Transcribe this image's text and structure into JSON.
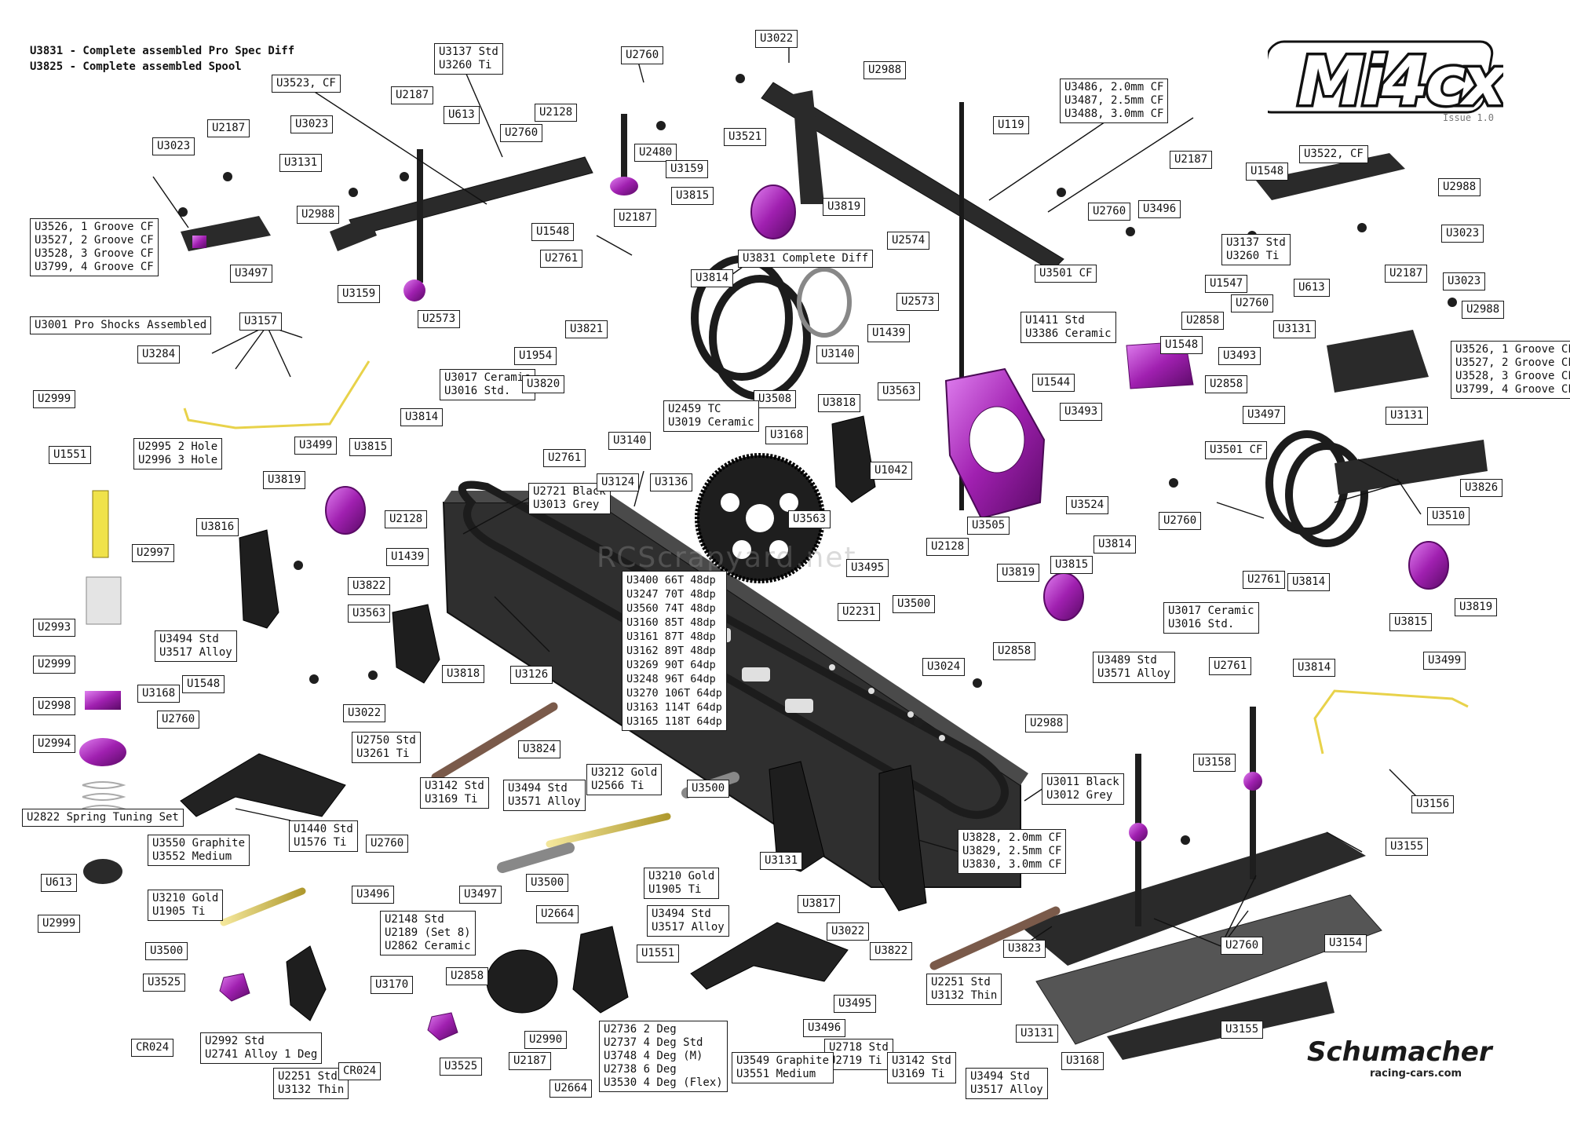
{
  "header": {
    "line1": "U3831 - Complete assembled Pro Spec Diff",
    "line2": "U3825 - Complete assembled Spool"
  },
  "logo": {
    "text": "Mi4cx",
    "issue": "Issue 1.0"
  },
  "brand": {
    "name": "Schumacher",
    "url": "racing-cars.com"
  },
  "watermark": "RCScrapyard.net",
  "colors": {
    "chassis": "#2f2f2f",
    "part_dark": "#1e1e1e",
    "alloy_purple": "#a020b0",
    "brass": "#d6c15a",
    "box_border": "#1a1a1a"
  },
  "labels": [
    {
      "id": "u3137-u3260-top",
      "lines": [
        "U3137 Std",
        "U3260 Ti"
      ]
    },
    {
      "id": "u2760-a",
      "lines": [
        "U2760"
      ]
    },
    {
      "id": "u3022-a",
      "lines": [
        "U3022"
      ]
    },
    {
      "id": "u2988-a",
      "lines": [
        "U2988"
      ]
    },
    {
      "id": "u3523",
      "lines": [
        "U3523, CF"
      ]
    },
    {
      "id": "u2187-a",
      "lines": [
        "U2187"
      ]
    },
    {
      "id": "u613-a",
      "lines": [
        "U613"
      ]
    },
    {
      "id": "u2128-a",
      "lines": [
        "U2128"
      ]
    },
    {
      "id": "u2760-b",
      "lines": [
        "U2760"
      ]
    },
    {
      "id": "u2480",
      "lines": [
        "U2480"
      ]
    },
    {
      "id": "u3521",
      "lines": [
        "U3521"
      ]
    },
    {
      "id": "u3486",
      "lines": [
        "U3486, 2.0mm CF",
        "U3487, 2.5mm CF",
        "U3488, 3.0mm CF"
      ]
    },
    {
      "id": "u119",
      "lines": [
        "U119"
      ]
    },
    {
      "id": "u3023-a",
      "lines": [
        "U3023"
      ]
    },
    {
      "id": "u2187-b",
      "lines": [
        "U2187"
      ]
    },
    {
      "id": "u3023-b",
      "lines": [
        "U3023"
      ]
    },
    {
      "id": "u3131-a",
      "lines": [
        "U3131"
      ]
    },
    {
      "id": "u2988-b",
      "lines": [
        "U2988"
      ]
    },
    {
      "id": "u3159-a",
      "lines": [
        "U3159"
      ]
    },
    {
      "id": "u2187-c",
      "lines": [
        "U2187"
      ]
    },
    {
      "id": "u3815-a",
      "lines": [
        "U3815"
      ]
    },
    {
      "id": "u3819-a",
      "lines": [
        "U3819"
      ]
    },
    {
      "id": "u1548-a",
      "lines": [
        "U1548"
      ]
    },
    {
      "id": "u2574",
      "lines": [
        "U2574"
      ]
    },
    {
      "id": "u3526-left",
      "lines": [
        "U3526, 1 Groove CF",
        "U3527, 2 Groove CF",
        "U3528, 3 Groove CF",
        "U3799, 4 Groove CF"
      ]
    },
    {
      "id": "u3497-a",
      "lines": [
        "U3497"
      ]
    },
    {
      "id": "u2761-a",
      "lines": [
        "U2761"
      ]
    },
    {
      "id": "u3814-a",
      "lines": [
        "U3814"
      ]
    },
    {
      "id": "u3831-diff",
      "lines": [
        "U3831 Complete Diff"
      ]
    },
    {
      "id": "u2573-a",
      "lines": [
        "U2573"
      ]
    },
    {
      "id": "u3159-b",
      "lines": [
        "U3159"
      ]
    },
    {
      "id": "u3001",
      "lines": [
        "U3001 Pro Shocks Assembled"
      ]
    },
    {
      "id": "u3157",
      "lines": [
        "U3157"
      ]
    },
    {
      "id": "u2573-b",
      "lines": [
        "U2573"
      ]
    },
    {
      "id": "u3821",
      "lines": [
        "U3821"
      ]
    },
    {
      "id": "u1439-a",
      "lines": [
        "U1439"
      ]
    },
    {
      "id": "u3284",
      "lines": [
        "U3284"
      ]
    },
    {
      "id": "u1954",
      "lines": [
        "U1954"
      ]
    },
    {
      "id": "u3140-a",
      "lines": [
        "U3140"
      ]
    },
    {
      "id": "u2999-a",
      "lines": [
        "U2999"
      ]
    },
    {
      "id": "u3017-top",
      "lines": [
        "U3017 Ceramic",
        "U3016 Std."
      ]
    },
    {
      "id": "u3820",
      "lines": [
        "U3820"
      ]
    },
    {
      "id": "u3508",
      "lines": [
        "U3508"
      ]
    },
    {
      "id": "u3814-b",
      "lines": [
        "U3814"
      ]
    },
    {
      "id": "u2459",
      "lines": [
        "U2459 TC",
        "U3019 Ceramic"
      ]
    },
    {
      "id": "u3140-b",
      "lines": [
        "U3140"
      ]
    },
    {
      "id": "u3818-a",
      "lines": [
        "U3818"
      ]
    },
    {
      "id": "u3563-a",
      "lines": [
        "U3563"
      ]
    },
    {
      "id": "u1551-a",
      "lines": [
        "U1551"
      ]
    },
    {
      "id": "u2995",
      "lines": [
        "U2995 2 Hole",
        "U2996 3 Hole"
      ]
    },
    {
      "id": "u3815-b",
      "lines": [
        "U3815"
      ]
    },
    {
      "id": "u2761-b",
      "lines": [
        "U2761"
      ]
    },
    {
      "id": "u3499-a",
      "lines": [
        "U3499"
      ]
    },
    {
      "id": "u3168-a",
      "lines": [
        "U3168"
      ]
    },
    {
      "id": "u1042",
      "lines": [
        "U1042"
      ]
    },
    {
      "id": "u3819-b",
      "lines": [
        "U3819"
      ]
    },
    {
      "id": "u2721",
      "lines": [
        "U2721 Black",
        "U3013 Grey"
      ]
    },
    {
      "id": "u3124",
      "lines": [
        "U3124"
      ]
    },
    {
      "id": "u3136",
      "lines": [
        "U3136"
      ]
    },
    {
      "id": "u2128-b",
      "lines": [
        "U2128"
      ]
    },
    {
      "id": "u3563-b",
      "lines": [
        "U3563"
      ]
    },
    {
      "id": "u3505",
      "lines": [
        "U3505"
      ]
    },
    {
      "id": "u2997",
      "lines": [
        "U2997"
      ]
    },
    {
      "id": "u3816",
      "lines": [
        "U3816"
      ]
    },
    {
      "id": "u2128-c",
      "lines": [
        "U2128"
      ]
    },
    {
      "id": "u3495-a",
      "lines": [
        "U3495"
      ]
    },
    {
      "id": "u3822-a",
      "lines": [
        "U3822"
      ]
    },
    {
      "id": "u1439-b",
      "lines": [
        "U1439"
      ]
    },
    {
      "id": "u3563-c",
      "lines": [
        "U3563"
      ]
    },
    {
      "id": "u3500-a",
      "lines": [
        "U3500"
      ]
    },
    {
      "id": "u2231",
      "lines": [
        "U2231"
      ]
    },
    {
      "id": "u2993",
      "lines": [
        "U2993"
      ]
    },
    {
      "id": "gear-list",
      "lines": [
        "U3400 66T 48dp",
        "U3247 70T 48dp",
        "U3560 74T 48dp",
        "U3160 85T 48dp",
        "U3161 87T 48dp",
        "U3162 89T 48dp",
        "U3269 90T 64dp",
        "U3248 96T 64dp",
        "U3270 106T 64dp",
        "U3163 114T 64dp",
        "U3165 118T 64dp"
      ]
    },
    {
      "id": "u3494-a",
      "lines": [
        "U3494 Std",
        "U3517 Alloy"
      ]
    },
    {
      "id": "u2999-b",
      "lines": [
        "U2999"
      ]
    },
    {
      "id": "u3818-b",
      "lines": [
        "U3818"
      ]
    },
    {
      "id": "u3126",
      "lines": [
        "U3126"
      ]
    },
    {
      "id": "u1548-b",
      "lines": [
        "U1548"
      ]
    },
    {
      "id": "u3168-b",
      "lines": [
        "U3168"
      ]
    },
    {
      "id": "u2998",
      "lines": [
        "U2998"
      ]
    },
    {
      "id": "u2760-c",
      "lines": [
        "U2760"
      ]
    },
    {
      "id": "u3022-b",
      "lines": [
        "U3022"
      ]
    },
    {
      "id": "u2994",
      "lines": [
        "U2994"
      ]
    },
    {
      "id": "u2750",
      "lines": [
        "U2750 Std",
        "U3261 Ti"
      ]
    },
    {
      "id": "u3824",
      "lines": [
        "U3824"
      ]
    },
    {
      "id": "u3212",
      "lines": [
        "U3212 Gold",
        "U2566 Ti"
      ]
    },
    {
      "id": "u3142-a",
      "lines": [
        "U3142 Std",
        "U3169 Ti"
      ]
    },
    {
      "id": "u3494-b",
      "lines": [
        "U3494 Std",
        "U3571 Alloy"
      ]
    },
    {
      "id": "u3500-b",
      "lines": [
        "U3500"
      ]
    },
    {
      "id": "u2822",
      "lines": [
        "U2822 Spring Tuning Set"
      ]
    },
    {
      "id": "u1440",
      "lines": [
        "U1440 Std",
        "U1576 Ti"
      ]
    },
    {
      "id": "u3550",
      "lines": [
        "U3550 Graphite",
        "U3552 Medium"
      ]
    },
    {
      "id": "u2760-d",
      "lines": [
        "U2760"
      ]
    },
    {
      "id": "u3500-c",
      "lines": [
        "U3500"
      ]
    },
    {
      "id": "u3210-a",
      "lines": [
        "U3210 Gold",
        "U1905 Ti"
      ]
    },
    {
      "id": "u3131-b",
      "lines": [
        "U3131"
      ]
    },
    {
      "id": "u613-b",
      "lines": [
        "U613"
      ]
    },
    {
      "id": "u3210-b",
      "lines": [
        "U3210 Gold",
        "U1905 Ti"
      ]
    },
    {
      "id": "u3496-a",
      "lines": [
        "U3496"
      ]
    },
    {
      "id": "u3497-b",
      "lines": [
        "U3497"
      ]
    },
    {
      "id": "u2664-a",
      "lines": [
        "U2664"
      ]
    },
    {
      "id": "u3494-c",
      "lines": [
        "U3494 Std",
        "U3517 Alloy"
      ]
    },
    {
      "id": "u2999-c",
      "lines": [
        "U2999"
      ]
    },
    {
      "id": "u2148",
      "lines": [
        "U2148 Std",
        "U2189 (Set 8)",
        "U2862 Ceramic"
      ]
    },
    {
      "id": "u3817",
      "lines": [
        "U3817"
      ]
    },
    {
      "id": "u3022-c",
      "lines": [
        "U3022"
      ]
    },
    {
      "id": "u3500-d",
      "lines": [
        "U3500"
      ]
    },
    {
      "id": "u2858-a",
      "lines": [
        "U2858"
      ]
    },
    {
      "id": "u3822-b",
      "lines": [
        "U3822"
      ]
    },
    {
      "id": "u3525-a",
      "lines": [
        "U3525"
      ]
    },
    {
      "id": "u3170",
      "lines": [
        "U3170"
      ]
    },
    {
      "id": "u1551-b",
      "lines": [
        "U1551"
      ]
    },
    {
      "id": "u2990",
      "lines": [
        "U2990"
      ]
    },
    {
      "id": "u3495-b",
      "lines": [
        "U3495"
      ]
    },
    {
      "id": "u2251-a",
      "lines": [
        "U2251 Std",
        "U3132 Thin"
      ]
    },
    {
      "id": "u3496-b",
      "lines": [
        "U3496"
      ]
    },
    {
      "id": "cr024-a",
      "lines": [
        "CR024"
      ]
    },
    {
      "id": "u2992",
      "lines": [
        "U2992 Std",
        "U2741 Alloy 1 Deg"
      ]
    },
    {
      "id": "u2736",
      "lines": [
        "U2736 2 Deg",
        "U2737 4 Deg Std",
        "U3748 4 Deg (M)",
        "U2738 6 Deg",
        "U3530 4 Deg (Flex)"
      ]
    },
    {
      "id": "u2718",
      "lines": [
        "U2718 Std",
        "U2719 Ti"
      ]
    },
    {
      "id": "u2187-d",
      "lines": [
        "U2187"
      ]
    },
    {
      "id": "u3549",
      "lines": [
        "U3549 Graphite",
        "U3551 Medium"
      ]
    },
    {
      "id": "u3525-b",
      "lines": [
        "U3525"
      ]
    },
    {
      "id": "u2251-b",
      "lines": [
        "U2251 Std",
        "U3132 Thin"
      ]
    },
    {
      "id": "cr024-b",
      "lines": [
        "CR024"
      ]
    },
    {
      "id": "u2664-b",
      "lines": [
        "U2664"
      ]
    },
    {
      "id": "u3142-b",
      "lines": [
        "U3142 Std",
        "U3169 Ti"
      ]
    },
    {
      "id": "u3494-d",
      "lines": [
        "U3494 Std",
        "U3517 Alloy"
      ]
    },
    {
      "id": "u3131-c",
      "lines": [
        "U3131"
      ]
    },
    {
      "id": "u3168-c",
      "lines": [
        "U3168"
      ]
    },
    {
      "id": "u3823",
      "lines": [
        "U3823"
      ]
    },
    {
      "id": "u2187-e",
      "lines": [
        "U2187"
      ]
    },
    {
      "id": "u1548-c",
      "lines": [
        "U1548"
      ]
    },
    {
      "id": "u3522",
      "lines": [
        "U3522, CF"
      ]
    },
    {
      "id": "u2988-c",
      "lines": [
        "U2988"
      ]
    },
    {
      "id": "u2760-e",
      "lines": [
        "U2760"
      ]
    },
    {
      "id": "u3496-c",
      "lines": [
        "U3496"
      ]
    },
    {
      "id": "u3137-u3260-right",
      "lines": [
        "U3137 Std",
        "U3260 Ti"
      ]
    },
    {
      "id": "u3023-c",
      "lines": [
        "U3023"
      ]
    },
    {
      "id": "u3501-a",
      "lines": [
        "U3501 CF"
      ]
    },
    {
      "id": "u1547",
      "lines": [
        "U1547"
      ]
    },
    {
      "id": "u613-c",
      "lines": [
        "U613"
      ]
    },
    {
      "id": "u2187-f",
      "lines": [
        "U2187"
      ]
    },
    {
      "id": "u2760-f",
      "lines": [
        "U2760"
      ]
    },
    {
      "id": "u3023-d",
      "lines": [
        "U3023"
      ]
    },
    {
      "id": "u2988-d",
      "lines": [
        "U2988"
      ]
    },
    {
      "id": "u1411",
      "lines": [
        "U1411 Std",
        "U3386 Ceramic"
      ]
    },
    {
      "id": "u2858-b",
      "lines": [
        "U2858"
      ]
    },
    {
      "id": "u3131-d",
      "lines": [
        "U3131"
      ]
    },
    {
      "id": "u1548-d",
      "lines": [
        "U1548"
      ]
    },
    {
      "id": "u3526-right",
      "lines": [
        "U3526, 1 Groove CF",
        "U3527, 2 Groove CF",
        "U3528, 3 Groove CF",
        "U3799, 4 Groove CF"
      ]
    },
    {
      "id": "u1544",
      "lines": [
        "U1544"
      ]
    },
    {
      "id": "u3493-a",
      "lines": [
        "U3493"
      ]
    },
    {
      "id": "u2858-c",
      "lines": [
        "U2858"
      ]
    },
    {
      "id": "u3493-b",
      "lines": [
        "U3493"
      ]
    },
    {
      "id": "u3497-c",
      "lines": [
        "U3497"
      ]
    },
    {
      "id": "u3131-e",
      "lines": [
        "U3131"
      ]
    },
    {
      "id": "u3501-b",
      "lines": [
        "U3501 CF"
      ]
    },
    {
      "id": "u3826",
      "lines": [
        "U3826"
      ]
    },
    {
      "id": "u3524",
      "lines": [
        "U3524"
      ]
    },
    {
      "id": "u2760-g",
      "lines": [
        "U2760"
      ]
    },
    {
      "id": "u3510",
      "lines": [
        "U3510"
      ]
    },
    {
      "id": "u3814-c",
      "lines": [
        "U3814"
      ]
    },
    {
      "id": "u3815-c",
      "lines": [
        "U3815"
      ]
    },
    {
      "id": "u2761-c",
      "lines": [
        "U2761"
      ]
    },
    {
      "id": "u3819-c",
      "lines": [
        "U3819"
      ]
    },
    {
      "id": "u3017-right",
      "lines": [
        "U3017 Ceramic",
        "U3016 Std."
      ]
    },
    {
      "id": "u3814-d",
      "lines": [
        "U3814"
      ]
    },
    {
      "id": "u3819-d",
      "lines": [
        "U3819"
      ]
    },
    {
      "id": "u3815-d",
      "lines": [
        "U3815"
      ]
    },
    {
      "id": "u2858-d",
      "lines": [
        "U2858"
      ]
    },
    {
      "id": "u3024",
      "lines": [
        "U3024"
      ]
    },
    {
      "id": "u3489",
      "lines": [
        "U3489 Std",
        "U3571 Alloy"
      ]
    },
    {
      "id": "u2761-d",
      "lines": [
        "U2761"
      ]
    },
    {
      "id": "u3814-e",
      "lines": [
        "U3814"
      ]
    },
    {
      "id": "u3499-b",
      "lines": [
        "U3499"
      ]
    },
    {
      "id": "u2988-e",
      "lines": [
        "U2988"
      ]
    },
    {
      "id": "u3158",
      "lines": [
        "U3158"
      ]
    },
    {
      "id": "u3011",
      "lines": [
        "U3011 Black",
        "U3012 Grey"
      ]
    },
    {
      "id": "u3156",
      "lines": [
        "U3156"
      ]
    },
    {
      "id": "u3828",
      "lines": [
        "U3828, 2.0mm CF",
        "U3829, 2.5mm CF",
        "U3830, 3.0mm CF"
      ]
    },
    {
      "id": "u3155-a",
      "lines": [
        "U3155"
      ]
    },
    {
      "id": "u2760-h",
      "lines": [
        "U2760"
      ]
    },
    {
      "id": "u3154",
      "lines": [
        "U3154"
      ]
    },
    {
      "id": "u3155-b",
      "lines": [
        "U3155"
      ]
    }
  ]
}
